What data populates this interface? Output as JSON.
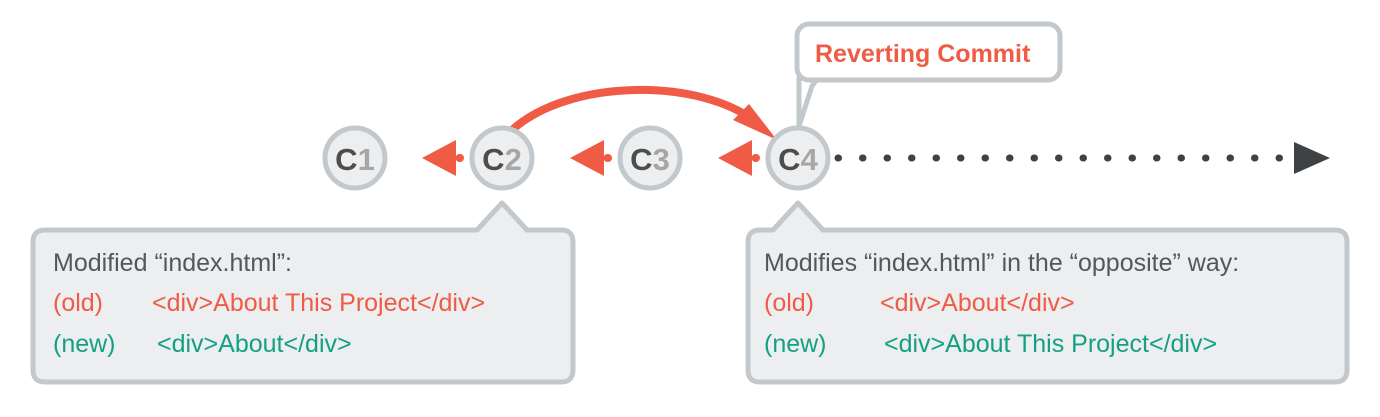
{
  "diagram": {
    "title": "Git revert commit history diagram",
    "colors": {
      "accent_red": "#ef5b45",
      "accent_green": "#14a085",
      "node_fill": "#eceef0",
      "node_stroke": "#c3c8cc",
      "text_dark": "#4d4d4d",
      "text_muted": "#a6a6a6",
      "timeline_dark": "#3f4244",
      "callout_fill": "#eceef0",
      "callout_stroke": "#c3c8cc",
      "background": "#ffffff"
    },
    "commits": [
      {
        "id": "c1",
        "prefix": "C",
        "number": "1"
      },
      {
        "id": "c2",
        "prefix": "C",
        "number": "2"
      },
      {
        "id": "c3",
        "prefix": "C",
        "number": "3"
      },
      {
        "id": "c4",
        "prefix": "C",
        "number": "4"
      }
    ],
    "revert_callout": {
      "label": "Reverting Commit"
    },
    "callout_left": {
      "title": "Modified “index.html”:",
      "rows": [
        {
          "tag": "(old)",
          "code": "<div>About This Project</div>"
        },
        {
          "tag": "(new)",
          "code": "<div>About</div>"
        }
      ]
    },
    "callout_right": {
      "title": "Modifies “index.html” in the “opposite” way:",
      "rows": [
        {
          "tag": "(old)",
          "code": "<div>About</div>"
        },
        {
          "tag": "(new)",
          "code": "<div>About This Project</div>"
        }
      ]
    }
  }
}
